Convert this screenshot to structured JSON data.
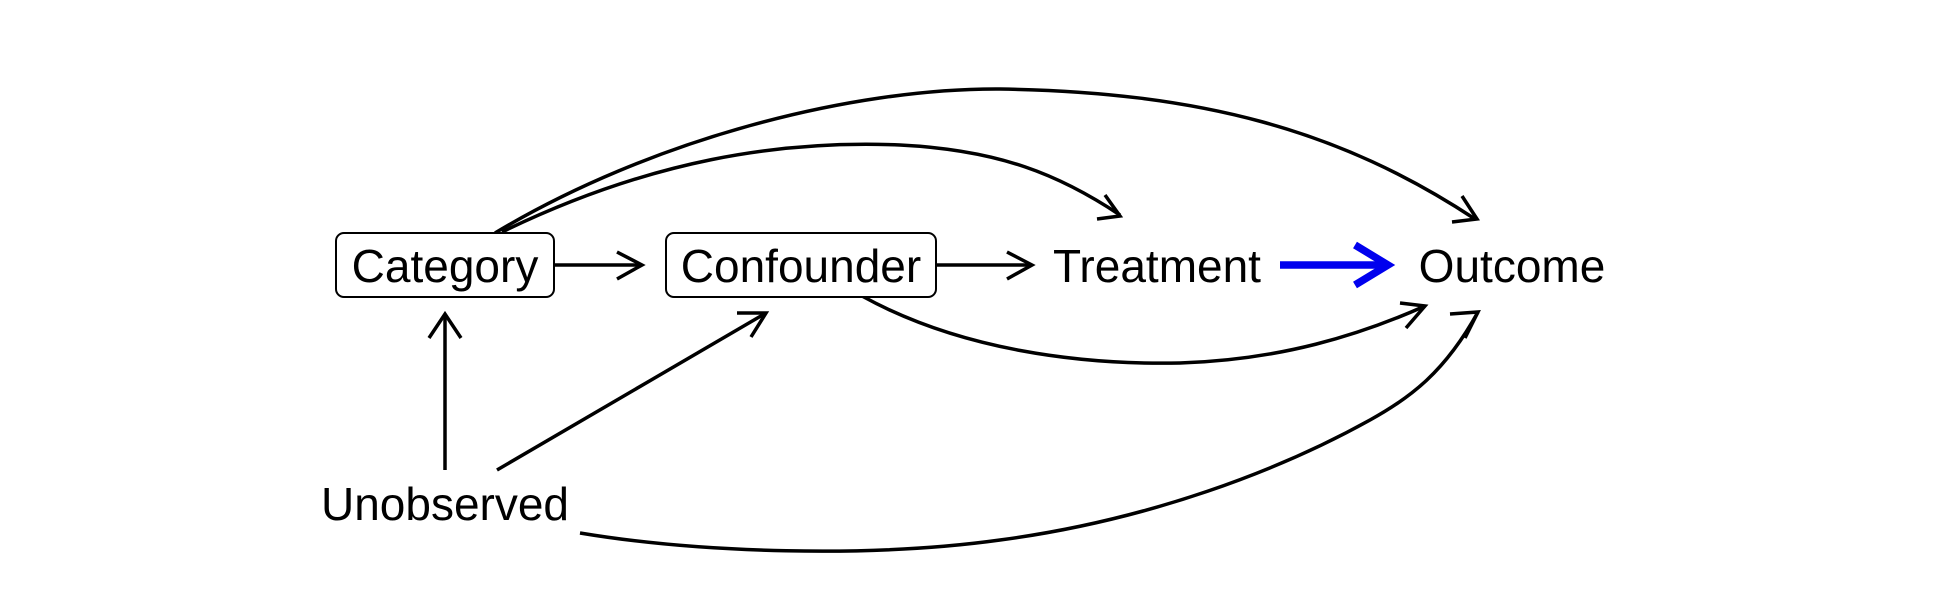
{
  "diagram": {
    "nodes": {
      "category": {
        "label": "Category",
        "boxed": true
      },
      "confounder": {
        "label": "Confounder",
        "boxed": true
      },
      "treatment": {
        "label": "Treatment",
        "boxed": false
      },
      "outcome": {
        "label": "Outcome",
        "boxed": false
      },
      "unobserved": {
        "label": "Unobserved",
        "boxed": false
      }
    },
    "edges": [
      {
        "from": "Category",
        "to": "Confounder"
      },
      {
        "from": "Confounder",
        "to": "Treatment"
      },
      {
        "from": "Treatment",
        "to": "Outcome",
        "highlight": true
      },
      {
        "from": "Category",
        "to": "Treatment"
      },
      {
        "from": "Category",
        "to": "Outcome"
      },
      {
        "from": "Confounder",
        "to": "Outcome"
      },
      {
        "from": "Unobserved",
        "to": "Category"
      },
      {
        "from": "Unobserved",
        "to": "Confounder"
      },
      {
        "from": "Unobserved",
        "to": "Outcome"
      }
    ],
    "colors": {
      "edge": "#000000",
      "highlight_edge": "#0000ee",
      "background": "#ffffff"
    }
  }
}
